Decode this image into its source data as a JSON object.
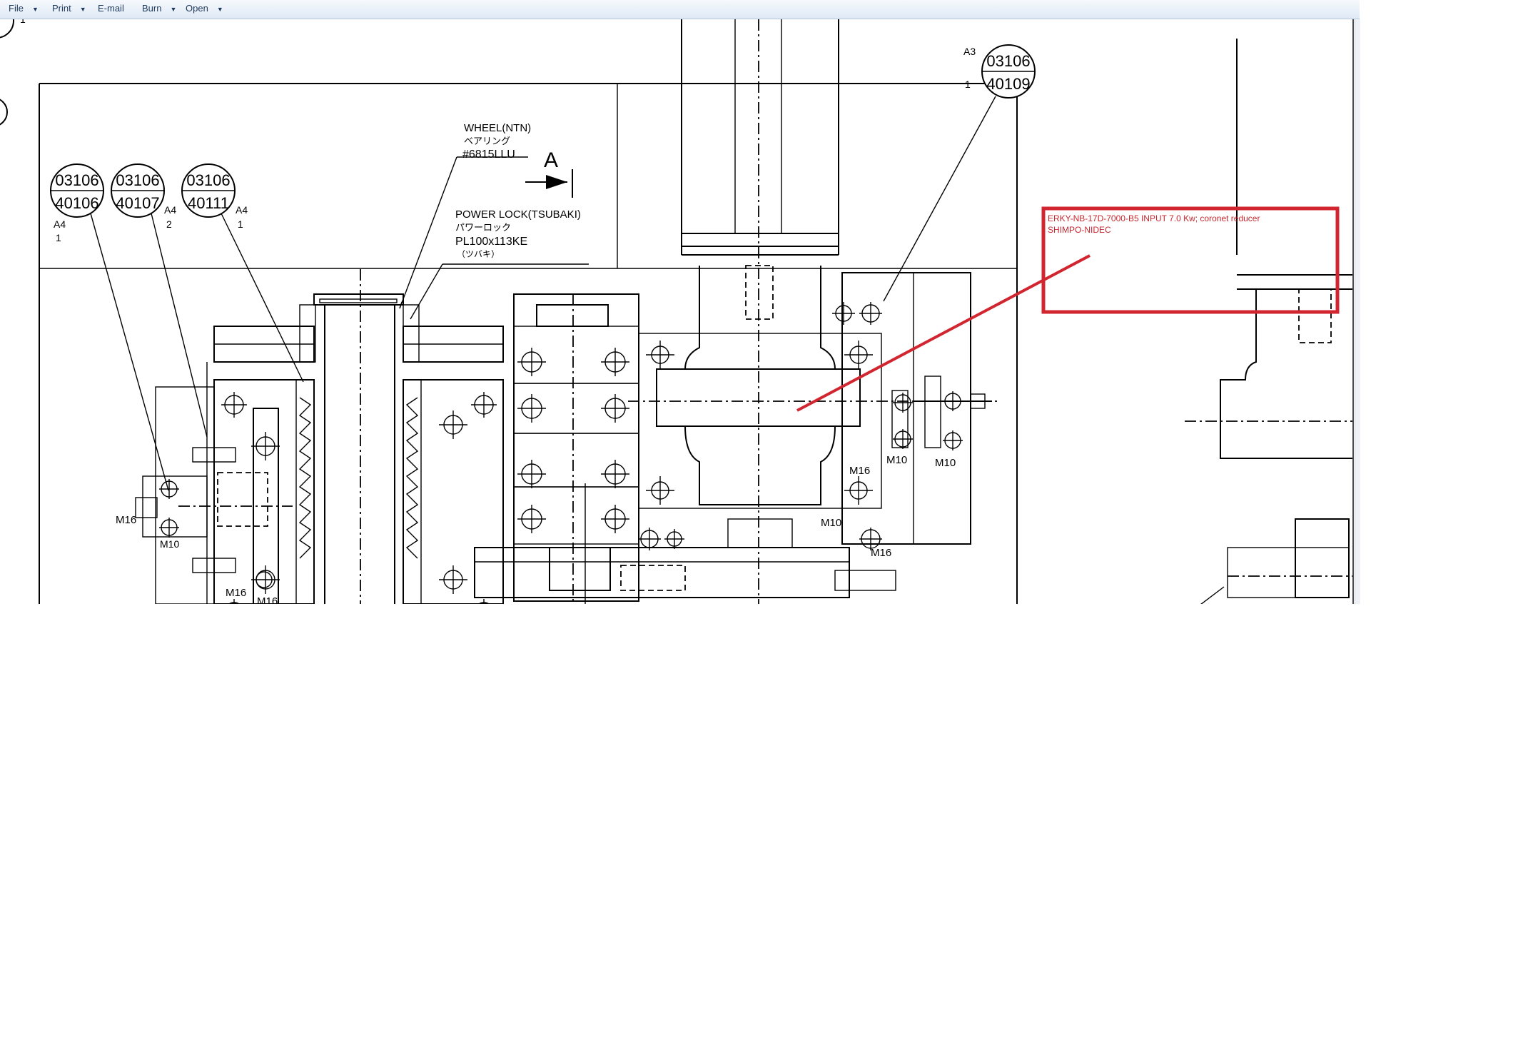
{
  "menubar": {
    "items": [
      {
        "label": "File"
      },
      {
        "label": "Print"
      },
      {
        "label": "E-mail"
      },
      {
        "label": "Burn"
      },
      {
        "label": "Open"
      }
    ],
    "arrow_glyph": "▼"
  },
  "drawing": {
    "bubbles": [
      {
        "top": "03106",
        "bottom": "40106",
        "sheet": "A4",
        "qty": "1"
      },
      {
        "top": "03106",
        "bottom": "40107",
        "sheet": "A4",
        "qty": "2"
      },
      {
        "top": "03106",
        "bottom": "40111",
        "sheet": "A4",
        "qty": "1"
      },
      {
        "top": "03106",
        "bottom": "40109",
        "sheet": "A3",
        "qty": "1"
      }
    ],
    "top_left_fragment": "1",
    "wheel": {
      "line1": "WHEEL(NTN)",
      "line2": "ベアリング",
      "line3": "#6815LLU"
    },
    "section_marker": "A",
    "power_lock": {
      "line1": "POWER LOCK(TSUBAKI)",
      "line2": "パワーロック",
      "line3": "PL100x113KE",
      "line4": "（ツバキ）"
    },
    "bolt_labels": {
      "m16": "M16",
      "m10": "M10"
    }
  },
  "annotation": {
    "color": "#d1252f",
    "line1": "ERKY-NB-17D-7000-B5  INPUT 7.0 Kw;  coronet reducer",
    "line2": "SHIMPO-NIDEC"
  }
}
